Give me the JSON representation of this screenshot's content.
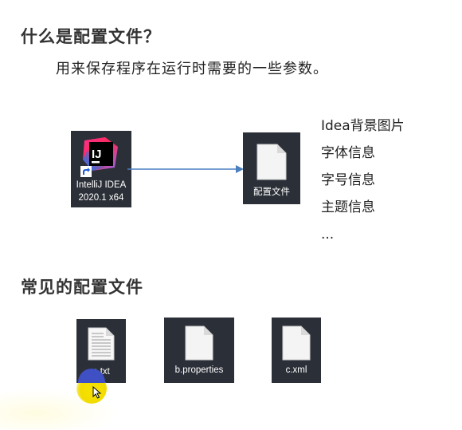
{
  "sections": {
    "what_is": {
      "title": "什么是配置文件？",
      "description": "用来保存程序在运行时需要的一些参数。"
    },
    "common": {
      "title": "常见的配置文件"
    }
  },
  "diagram": {
    "app_icon": {
      "name": "intellij-idea-icon",
      "label_line1": "IntelliJ IDEA",
      "label_line2": "2020.1 x64",
      "logo_text": "IJ"
    },
    "config_file": {
      "label": "配置文件"
    },
    "info_items": [
      "Idea背景图片",
      "字体信息",
      "字号信息",
      "主题信息",
      "..."
    ]
  },
  "files": [
    {
      "label": "a.txt",
      "icon": "text-file-icon"
    },
    {
      "label": "b.properties",
      "icon": "blank-file-icon"
    },
    {
      "label": "c.xml",
      "icon": "blank-file-icon"
    }
  ],
  "colors": {
    "tile_bg": "#2b2f38",
    "arrow": "#4a7fc0",
    "cursor_highlight": "#f2dc00",
    "cursor_indicator": "#3f4fc4"
  }
}
